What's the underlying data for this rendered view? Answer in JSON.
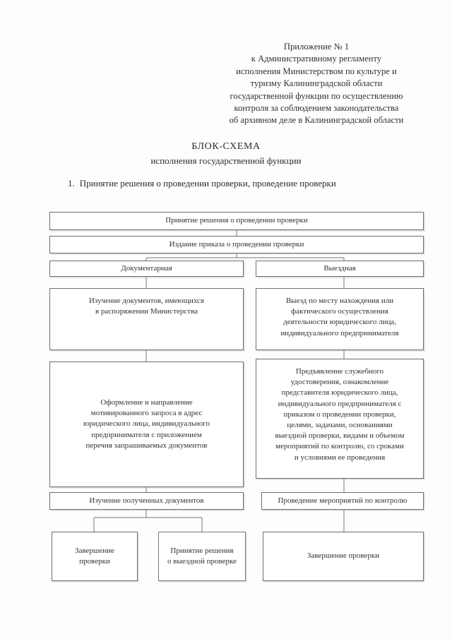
{
  "document": {
    "header_lines": [
      "Приложение № 1",
      "к Административному регламенту",
      "исполнения Министерством по культуре и",
      "туризму Калининградской области",
      "государственной функции по осуществлению",
      "контроля за соблюдением законодательства",
      "об архивном деле в Калининградской области"
    ],
    "title": "БЛОК-СХЕМА",
    "subtitle": "исполнения государственной функции",
    "section_number": "1.",
    "section_title": "Принятие решения о проведении проверки, проведение проверки"
  },
  "flowchart": {
    "type": "flowchart",
    "nodes": [
      {
        "id": "decision",
        "label": "Принятие решения о проведении проверки"
      },
      {
        "id": "order",
        "label": "Издание приказа о проведении проверки"
      },
      {
        "id": "branch_documentary",
        "label": "Документарная"
      },
      {
        "id": "branch_onsite",
        "label": "Выездная"
      },
      {
        "id": "study_ministry_docs",
        "label": "Изучение документов, имеющихся\nв распоряжении Министерства"
      },
      {
        "id": "travel_to_site",
        "label": "Выезд по месту нахождения или\nфактического осуществления\nдеятельности юридического лица,\nиндивидуального предпринимателя"
      },
      {
        "id": "motivated_request",
        "label": "Оформление и направление\nмотивированного запроса в адрес\nюридического лица, индивидуального\nпредпринимателя с приложением\nперечня запрашиваемых документов"
      },
      {
        "id": "present_credentials",
        "label": "Предъявление служебного\nудостоверения, ознакомление\nпредставителя юридического лица,\nиндивидуального предпринимателя с\nприказом о проведении проверки,\nцелями, задачами, основаниями\nвыездной проверки, видами и объемом\nмероприятий по контролю, со сроками\nи условиями ее проведения"
      },
      {
        "id": "study_received_docs",
        "label": "Изучение полученных документов"
      },
      {
        "id": "control_measures",
        "label": "Проведение мероприятий по контролю"
      },
      {
        "id": "finish_left",
        "label": "Завершение\nпроверки"
      },
      {
        "id": "decide_onsite",
        "label": "Принятие решения\nо выездной проверке"
      },
      {
        "id": "finish_right",
        "label": "Завершение проверки"
      }
    ]
  }
}
